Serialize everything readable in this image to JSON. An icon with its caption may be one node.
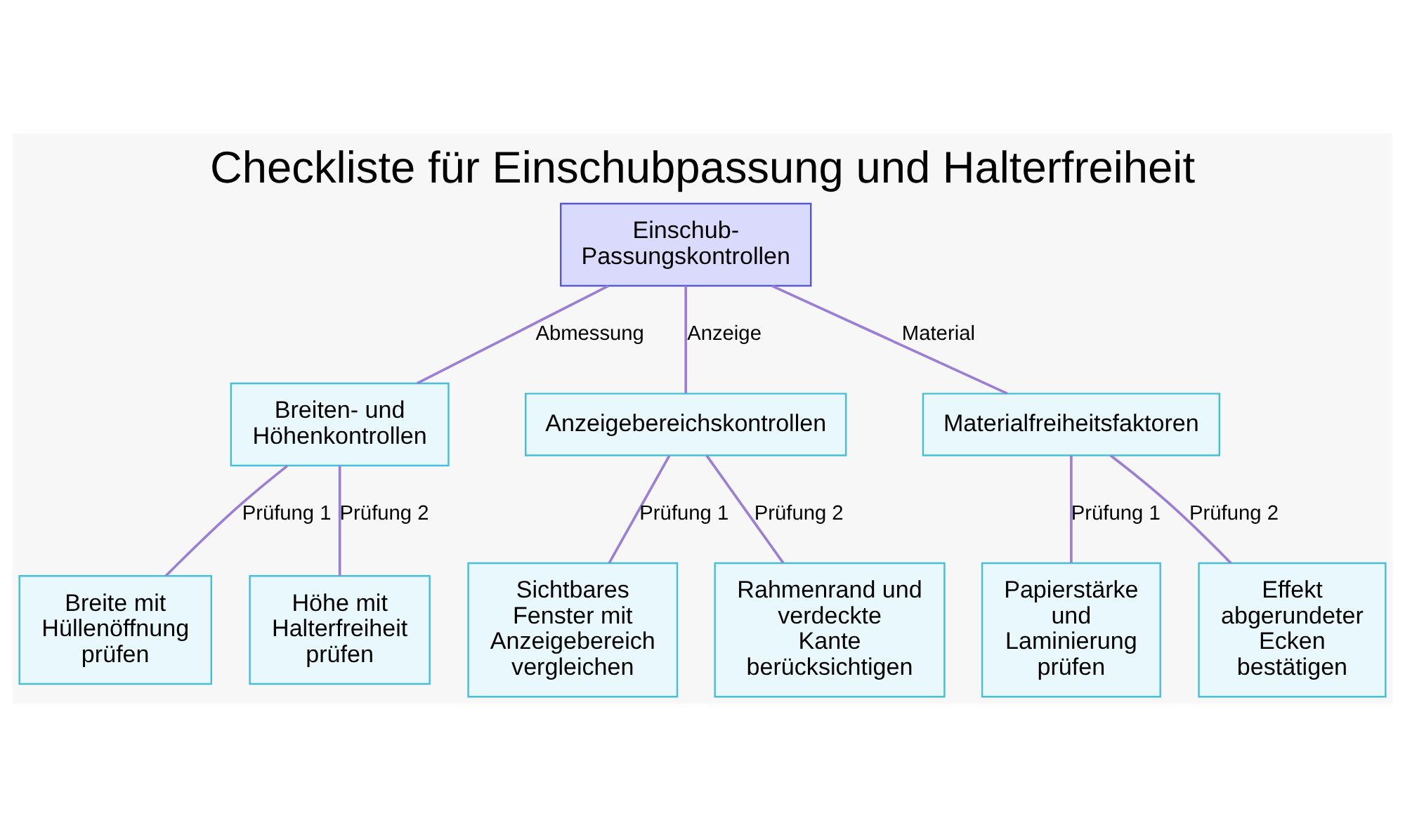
{
  "diagram": {
    "title": "Checkliste für Einschubpassung und Halterfreiheit",
    "nodes": [
      {
        "text": [
          "Einschub- Passungskontrollen"
        ]
      },
      {
        "text": [
          "Breiten- und Höhenkontrollen"
        ]
      },
      {
        "text": [
          "Anzeigebereichskontrollen"
        ]
      },
      {
        "text": [
          "Materialfreiheitsfaktoren"
        ]
      },
      {
        "text": [
          "Breite mit Hüllenöffnung prüfen"
        ]
      },
      {
        "text": [
          "Höhe mit Halterfreiheit prüfen"
        ]
      },
      {
        "text": [
          "Sichtbares Fenster mit Anzeigebereich vergleichen"
        ]
      },
      {
        "text": [
          "Rahmenrand und verdeckte Kante berücksichtigen"
        ]
      },
      {
        "text": [
          "Papierstärke und Laminierung prüfen"
        ]
      },
      {
        "text": [
          "Effekt abgerundeter Ecken bestätigen"
        ]
      }
    ],
    "edges": [
      {
        "from": 0,
        "to": 1,
        "arrow": "none",
        "label": "Abmessung"
      },
      {
        "from": 0,
        "to": 2,
        "arrow": "none",
        "label": "Anzeige"
      },
      {
        "from": 0,
        "to": 3,
        "arrow": "none",
        "label": "Material"
      },
      {
        "from": 1,
        "to": 4,
        "arrow": "none",
        "label": "Prüfung 1"
      },
      {
        "from": 1,
        "to": 5,
        "arrow": "none",
        "label": "Prüfung 2"
      },
      {
        "from": 2,
        "to": 6,
        "arrow": "none",
        "label": "Prüfung 1"
      },
      {
        "from": 2,
        "to": 7,
        "arrow": "none",
        "label": "Prüfung 2"
      },
      {
        "from": 3,
        "to": 8,
        "arrow": "none",
        "label": "Prüfung 1"
      },
      {
        "from": 3,
        "to": 9,
        "arrow": "none",
        "label": "Prüfung 2"
      }
    ]
  }
}
